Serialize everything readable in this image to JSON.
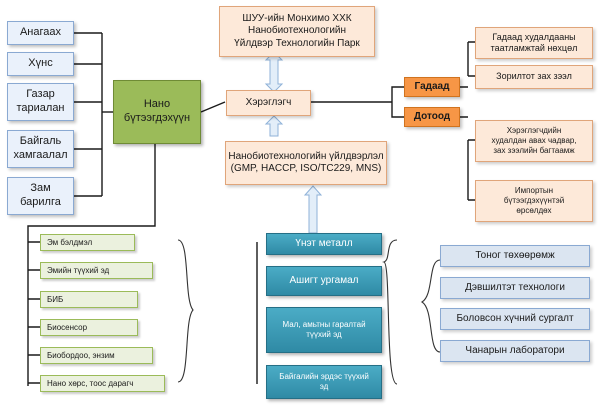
{
  "top_box": {
    "lines": [
      "ШУУ-ийн Монхимо ХХК",
      "Нанобиотехнологийн",
      "Үйлдвэр Технологийн Парк"
    ]
  },
  "user_box": "Хэрэглэгч",
  "production_box": {
    "lines": [
      "Нанобиотехнологийн үйлдвэрлэл",
      "(GMP, HACCP, ISO/TC229, MNS)"
    ]
  },
  "nano_box": {
    "lines": [
      "Нано",
      "бүтээгдэхүүн"
    ]
  },
  "sectors": [
    {
      "lines": [
        "Анагаах"
      ]
    },
    {
      "lines": [
        "Хүнс"
      ]
    },
    {
      "lines": [
        "Газар",
        "тариалан"
      ]
    },
    {
      "lines": [
        "Байгаль",
        "хамгаалал"
      ]
    },
    {
      "lines": [
        "Зам",
        "барилга"
      ]
    }
  ],
  "external_label": "Гадаад",
  "domestic_label": "Дотоод",
  "external_items": [
    {
      "lines": [
        "Гадаад худалдааны",
        "таатламжтай нөхцөл"
      ]
    },
    {
      "lines": [
        "Зорилтот зах зээл"
      ]
    }
  ],
  "domestic_items": [
    {
      "lines": [
        "Хэрэглэгчдийн",
        "худалдан авах чадвар,",
        "зах зээлийн багтаамж"
      ]
    },
    {
      "lines": [
        "Импортын",
        "бүтээгдэхүүнтэй",
        "өрсөлдөх"
      ]
    }
  ],
  "products": [
    "Эм бэлдмэл",
    "Эмийн түүхий эд",
    "БИБ",
    "Биосенсор",
    "Биобордоо, энзим",
    "Нано хөрс, тоос дарагч"
  ],
  "raw_materials": [
    {
      "lines": [
        "Үнэт металл"
      ]
    },
    {
      "lines": [
        "Ашигт ургамал"
      ]
    },
    {
      "lines": [
        "Мал, амьтны гаралтай",
        "түүхий эд"
      ]
    },
    {
      "lines": [
        "Байгалийн эрдэс түүхий",
        "эд"
      ]
    }
  ],
  "resources": [
    "Тоног төхөөрөмж",
    "Дэвшилтэт технологи",
    "Боловсон хүчний сургалт",
    "Чанарын лаборатори"
  ]
}
